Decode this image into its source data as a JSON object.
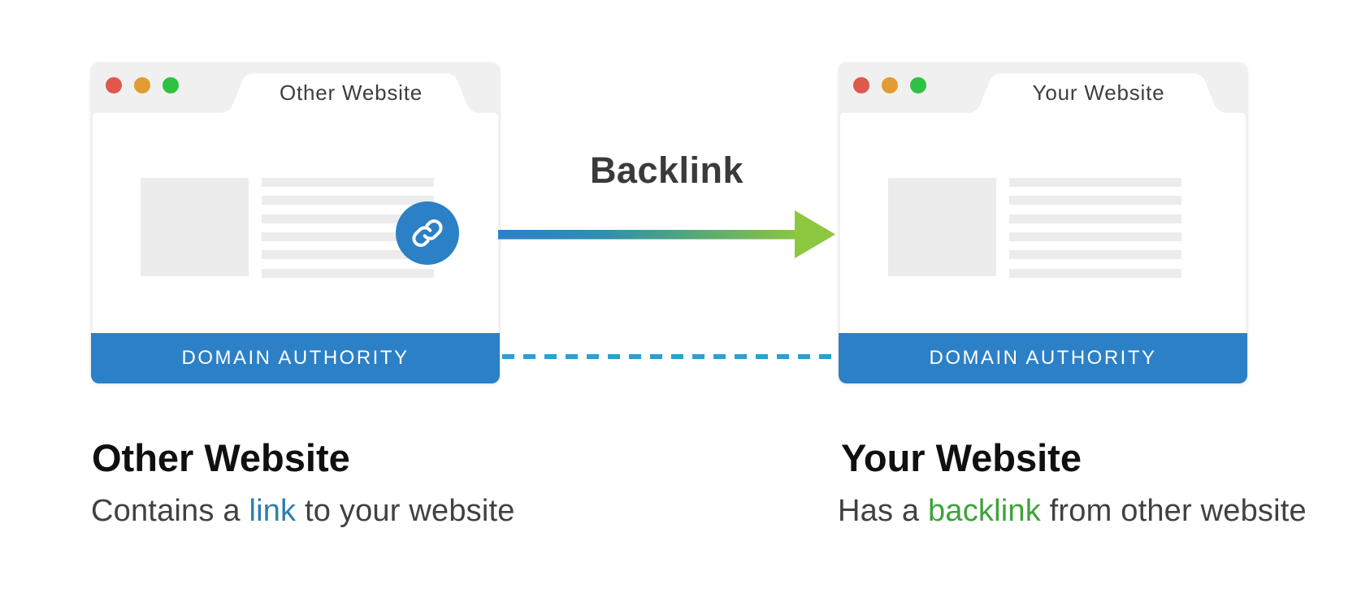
{
  "diagram_title": "Backlink",
  "windows": [
    {
      "tab_title": "Other Website",
      "footer_label": "DOMAIN AUTHORITY",
      "traffic_lights": [
        "close",
        "minimize",
        "maximize"
      ],
      "has_link_button": true
    },
    {
      "tab_title": "Your Website",
      "footer_label": "DOMAIN AUTHORITY",
      "traffic_lights": [
        "close",
        "minimize",
        "maximize"
      ],
      "has_link_button": false
    }
  ],
  "arrow": {
    "label": "Backlink",
    "direction": "left-to-right",
    "gradient_start": "#2b80ca",
    "gradient_end": "#8dc63f"
  },
  "domain_authority_connector": {
    "style": "dashed",
    "color": "#2d9fd4"
  },
  "captions": [
    {
      "heading": "Other Website",
      "text_before": "Contains a ",
      "highlight": "link",
      "text_after": " to your website",
      "highlight_color": "#2e7fa9"
    },
    {
      "heading": "Your Website",
      "text_before": "Has a ",
      "highlight": "backlink",
      "text_after": " from other website",
      "highlight_color": "#3fa23c"
    }
  ],
  "icons": {
    "link_icon": "chain-link",
    "dot_red": "#e0574c",
    "dot_orange": "#e39b33",
    "dot_green": "#2fc242"
  },
  "colors": {
    "accent_blue": "#2c80c6",
    "dashed_blue": "#2d9fd4",
    "chrome_gray": "#f0f0f0",
    "placeholder_gray": "#ececec"
  }
}
